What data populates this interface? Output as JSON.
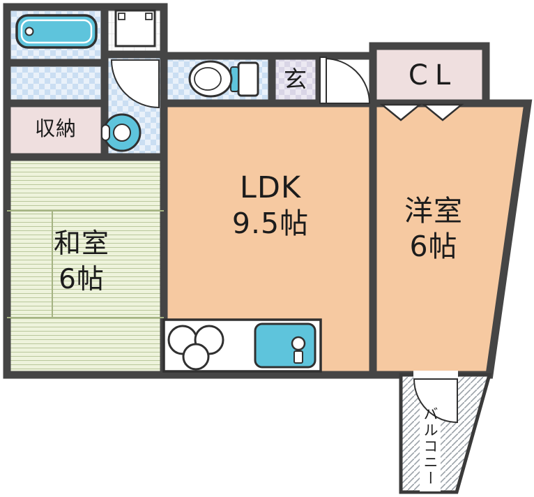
{
  "rooms": {
    "ldk": {
      "name": "LDK",
      "size": "9.5帖"
    },
    "western": {
      "name": "洋室",
      "size": "6帖"
    },
    "japanese": {
      "name": "和室",
      "size": "6帖"
    },
    "storage": {
      "label": "収納"
    },
    "genkan": {
      "label": "玄"
    },
    "closet": {
      "label": "CL"
    },
    "balcony": {
      "label": "バルコニー"
    }
  },
  "colors": {
    "wall": "#454545",
    "room_orange": "#f6c9a1",
    "closet_pink": "#efdfdf",
    "tatami_green": "#eef3dc",
    "tile_blue": "#cadef2",
    "fixture_blue": "#5ec4dc",
    "outline": "#333333",
    "hatch_gray": "#9aa1a8"
  },
  "icons": {
    "bathtub": "bathtub-icon",
    "washing_machine": "washing-machine-icon",
    "laundry_pan": "laundry-pan-icon",
    "toilet": "toilet-icon",
    "stove": "stove-burners-icon",
    "sink": "kitchen-sink-icon",
    "doors": "door-swing-arc"
  }
}
